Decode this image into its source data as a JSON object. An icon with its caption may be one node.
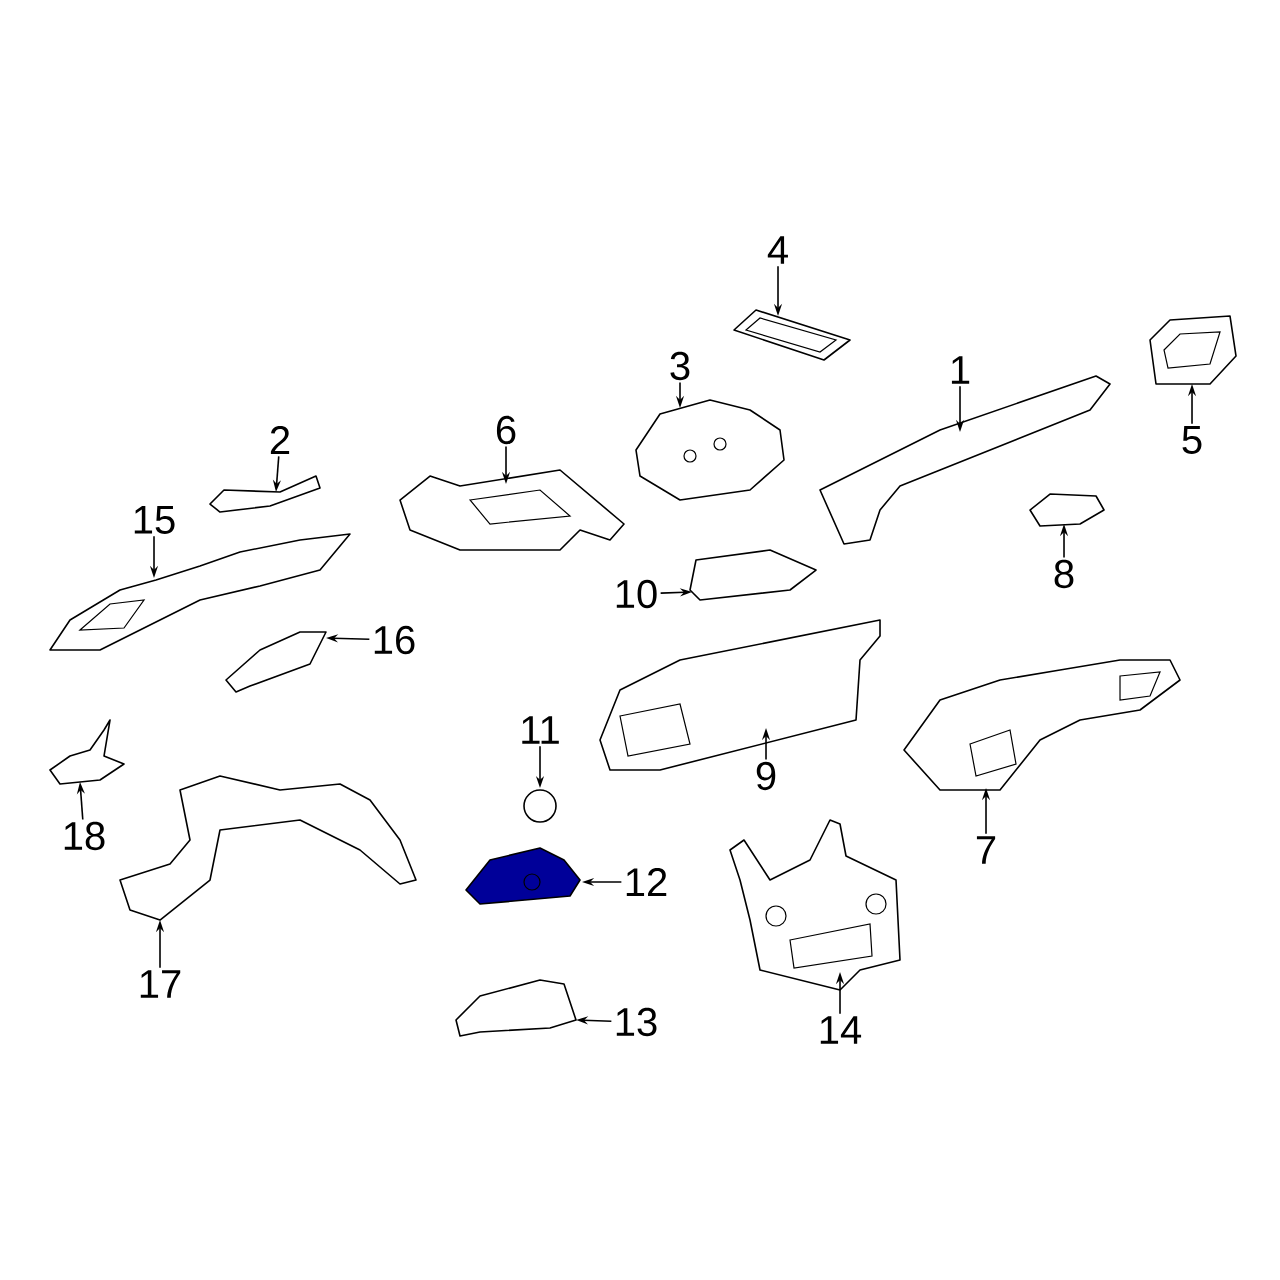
{
  "diagram": {
    "nodes": [
      {
        "text": [
          "1"
        ]
      },
      {
        "text": [
          "2"
        ]
      },
      {
        "text": [
          "3"
        ]
      },
      {
        "text": [
          "4"
        ]
      },
      {
        "text": [
          "5"
        ]
      },
      {
        "text": [
          "6"
        ]
      },
      {
        "text": [
          "7"
        ]
      },
      {
        "text": [
          "8"
        ]
      },
      {
        "text": [
          "9"
        ]
      },
      {
        "text": [
          "10"
        ]
      },
      {
        "text": [
          "11"
        ]
      },
      {
        "text": [
          "12"
        ]
      },
      {
        "text": [
          "13"
        ]
      },
      {
        "text": [
          "14"
        ]
      },
      {
        "text": [
          "15"
        ]
      },
      {
        "text": [
          "16"
        ]
      },
      {
        "text": [
          "17"
        ]
      },
      {
        "text": [
          "18"
        ]
      },
      {
        "text": [],
        "shape": "picture"
      },
      {
        "text": [],
        "shape": "picture"
      },
      {
        "text": [],
        "shape": "picture"
      },
      {
        "text": [],
        "shape": "picture"
      },
      {
        "text": [],
        "shape": "picture"
      },
      {
        "text": [],
        "shape": "picture"
      },
      {
        "text": [],
        "shape": "picture"
      },
      {
        "text": [],
        "shape": "picture"
      },
      {
        "text": [],
        "shape": "picture"
      },
      {
        "text": [],
        "shape": "picture"
      },
      {
        "text": [],
        "shape": "circle"
      },
      {
        "text": [],
        "shape": "picture"
      },
      {
        "text": [],
        "shape": "picture"
      },
      {
        "text": [],
        "shape": "picture"
      },
      {
        "text": [],
        "shape": "picture"
      },
      {
        "text": [],
        "shape": "picture"
      },
      {
        "text": [],
        "shape": "picture"
      },
      {
        "text": [],
        "shape": "picture"
      }
    ],
    "edges": [
      {
        "from": 0,
        "to": 18,
        "arrow": "to"
      },
      {
        "from": 1,
        "to": 19,
        "arrow": "to"
      },
      {
        "from": 2,
        "to": 20,
        "arrow": "to"
      },
      {
        "from": 3,
        "to": 21,
        "arrow": "to"
      },
      {
        "from": 4,
        "to": 22,
        "arrow": "to"
      },
      {
        "from": 5,
        "to": 23,
        "arrow": "to"
      },
      {
        "from": 6,
        "to": 24,
        "arrow": "to"
      },
      {
        "from": 7,
        "to": 25,
        "arrow": "to"
      },
      {
        "from": 8,
        "to": 26,
        "arrow": "to"
      },
      {
        "from": 9,
        "to": 27,
        "arrow": "to"
      },
      {
        "from": 10,
        "to": 28,
        "arrow": "to"
      },
      {
        "from": 11,
        "to": 29,
        "arrow": "to"
      },
      {
        "from": 12,
        "to": 30,
        "arrow": "to"
      },
      {
        "from": 13,
        "to": 31,
        "arrow": "to"
      },
      {
        "from": 14,
        "to": 32,
        "arrow": "to"
      },
      {
        "from": 15,
        "to": 33,
        "arrow": "to"
      },
      {
        "from": 16,
        "to": 34,
        "arrow": "to"
      },
      {
        "from": 17,
        "to": 35,
        "arrow": "to"
      }
    ]
  }
}
